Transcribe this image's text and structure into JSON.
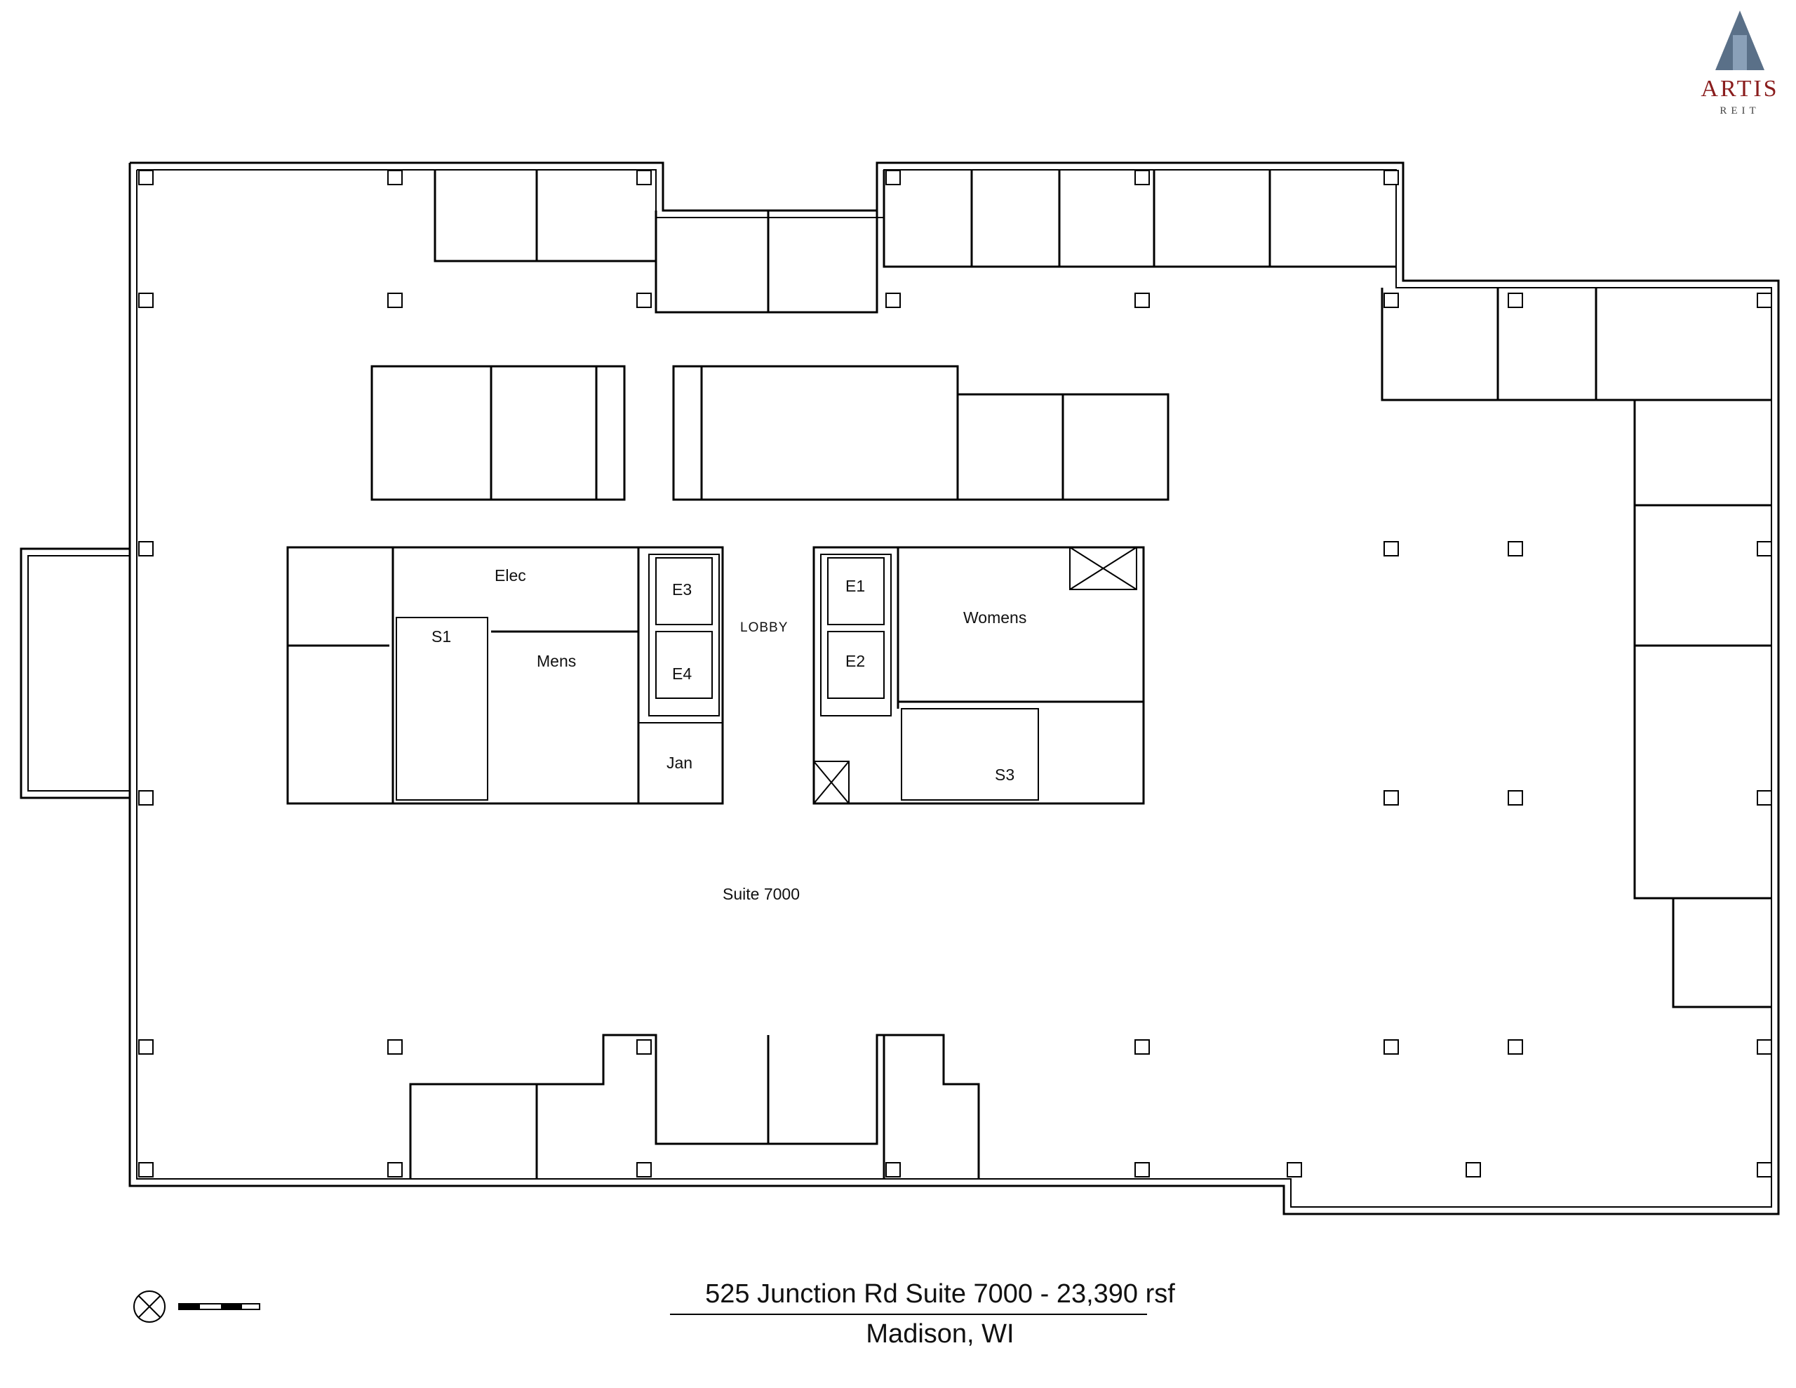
{
  "brand": {
    "logo_word": "ARTIS",
    "logo_sub": "REIT",
    "logo_color": "#8a1d1d",
    "logo_icon": "building-tower-icon"
  },
  "title": {
    "line1": "525 Junction Rd Suite 7000 - 23,390 rsf",
    "line2": "Madison, WI"
  },
  "rooms": {
    "suite": "Suite 7000",
    "lobby": "LOBBY",
    "elec": "Elec",
    "mens": "Mens",
    "womens": "Womens",
    "jan": "Jan",
    "stair1": "S1",
    "stair3": "S3",
    "elev1": "E1",
    "elev2": "E2",
    "elev3": "E3",
    "elev4": "E4"
  },
  "legend": {
    "north_icon": "north-arrow-icon",
    "scale_icon": "scale-bar-icon"
  }
}
